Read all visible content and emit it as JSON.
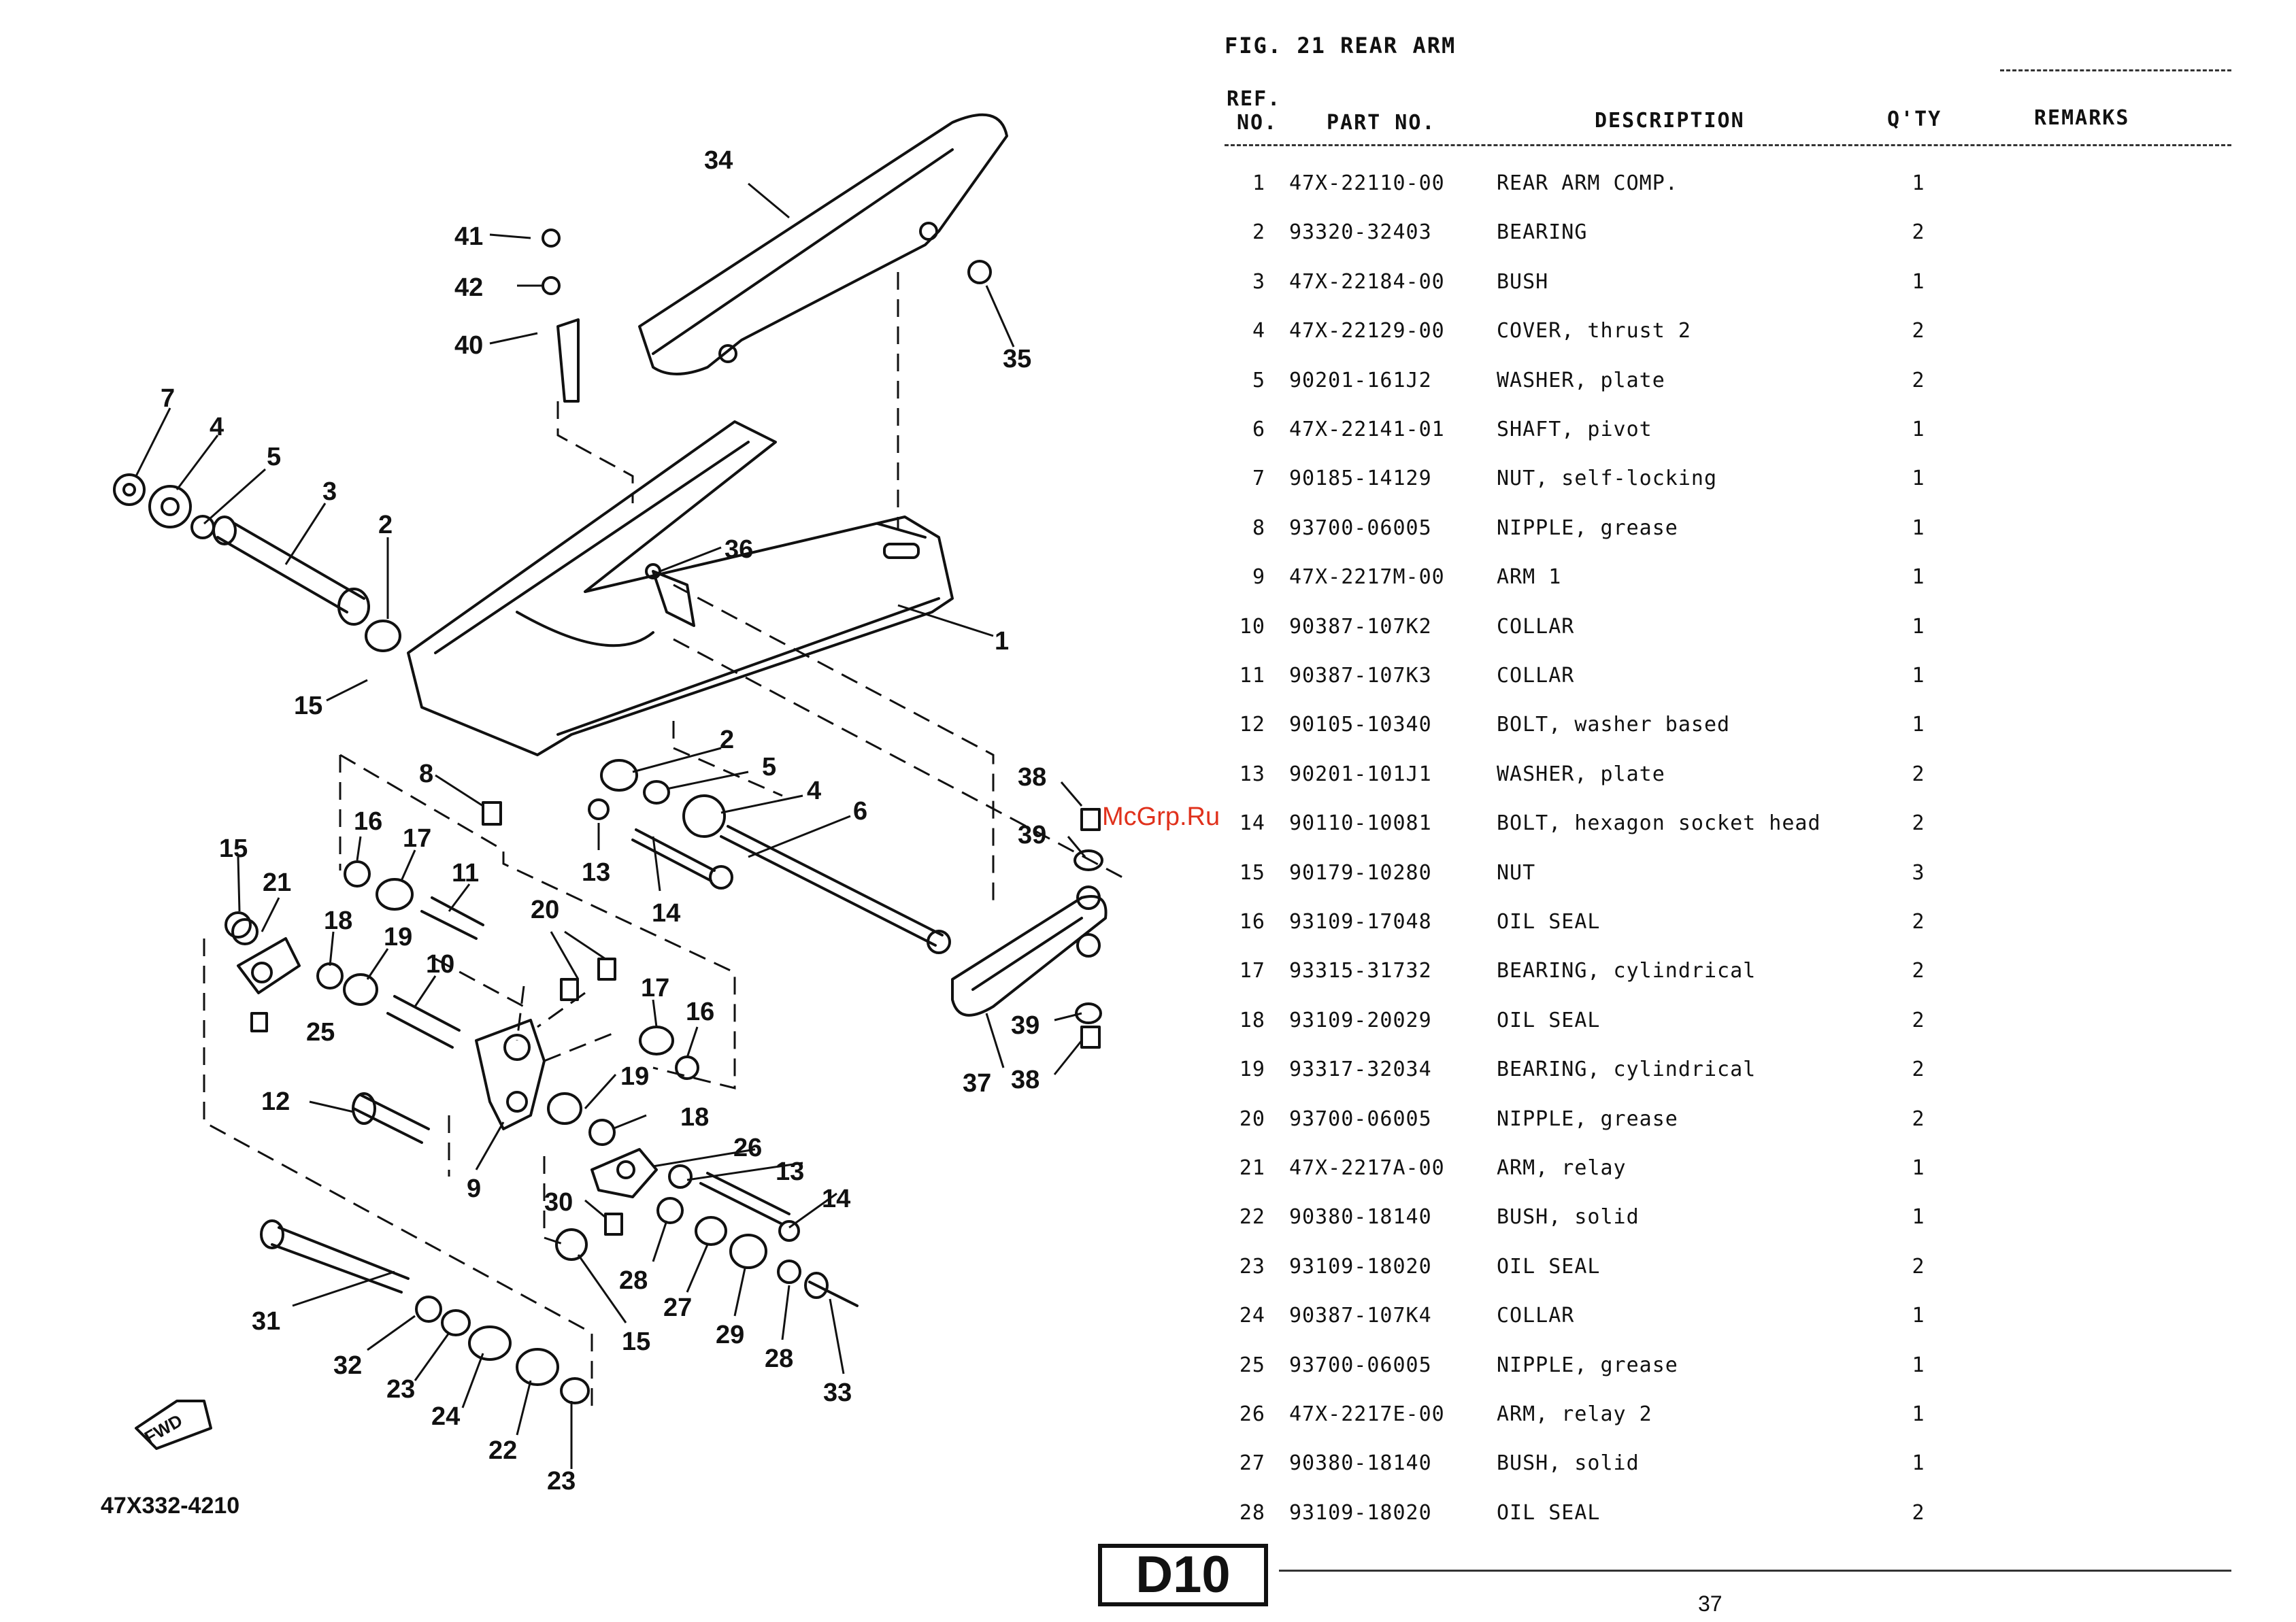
{
  "figure": {
    "title": "FIG. 21  REAR ARM",
    "diagram_code": "47X332-4210",
    "fwd_label": "FWD",
    "callouts": [
      "1",
      "2",
      "3",
      "4",
      "5",
      "6",
      "7",
      "8",
      "9",
      "10",
      "11",
      "12",
      "13",
      "14",
      "15",
      "16",
      "17",
      "18",
      "19",
      "20",
      "21",
      "22",
      "23",
      "24",
      "25",
      "26",
      "27",
      "28",
      "29",
      "30",
      "31",
      "32",
      "33",
      "34",
      "35",
      "36",
      "37",
      "38",
      "39",
      "40",
      "41",
      "42"
    ]
  },
  "table": {
    "headers": {
      "ref_line1": "REF.",
      "ref_line2": "NO.",
      "part_no": "PART NO.",
      "description": "DESCRIPTION",
      "qty": "Q'TY",
      "remarks": "REMARKS"
    },
    "rows": [
      {
        "ref": "1",
        "part": "47X-22110-00",
        "desc": "REAR ARM COMP.",
        "qty": "1"
      },
      {
        "ref": "2",
        "part": "93320-32403",
        "desc": "BEARING",
        "qty": "2"
      },
      {
        "ref": "3",
        "part": "47X-22184-00",
        "desc": "BUSH",
        "qty": "1"
      },
      {
        "ref": "4",
        "part": "47X-22129-00",
        "desc": "COVER, thrust 2",
        "qty": "2"
      },
      {
        "ref": "5",
        "part": "90201-161J2",
        "desc": "WASHER, plate",
        "qty": "2"
      },
      {
        "ref": "6",
        "part": "47X-22141-01",
        "desc": "SHAFT, pivot",
        "qty": "1"
      },
      {
        "ref": "7",
        "part": "90185-14129",
        "desc": "NUT, self-locking",
        "qty": "1"
      },
      {
        "ref": "8",
        "part": "93700-06005",
        "desc": "NIPPLE, grease",
        "qty": "1"
      },
      {
        "ref": "9",
        "part": "47X-2217M-00",
        "desc": "ARM 1",
        "qty": "1"
      },
      {
        "ref": "10",
        "part": "90387-107K2",
        "desc": "COLLAR",
        "qty": "1"
      },
      {
        "ref": "11",
        "part": "90387-107K3",
        "desc": "COLLAR",
        "qty": "1"
      },
      {
        "ref": "12",
        "part": "90105-10340",
        "desc": "BOLT, washer based",
        "qty": "1"
      },
      {
        "ref": "13",
        "part": "90201-101J1",
        "desc": "WASHER, plate",
        "qty": "2"
      },
      {
        "ref": "14",
        "part": "90110-10081",
        "desc": "BOLT, hexagon socket head",
        "qty": "2"
      },
      {
        "ref": "15",
        "part": "90179-10280",
        "desc": "NUT",
        "qty": "3"
      },
      {
        "ref": "16",
        "part": "93109-17048",
        "desc": "OIL SEAL",
        "qty": "2"
      },
      {
        "ref": "17",
        "part": "93315-31732",
        "desc": "BEARING, cylindrical",
        "qty": "2"
      },
      {
        "ref": "18",
        "part": "93109-20029",
        "desc": "OIL SEAL",
        "qty": "2"
      },
      {
        "ref": "19",
        "part": "93317-32034",
        "desc": "BEARING, cylindrical",
        "qty": "2"
      },
      {
        "ref": "20",
        "part": "93700-06005",
        "desc": "NIPPLE, grease",
        "qty": "2"
      },
      {
        "ref": "21",
        "part": "47X-2217A-00",
        "desc": "ARM, relay",
        "qty": "1"
      },
      {
        "ref": "22",
        "part": "90380-18140",
        "desc": "BUSH, solid",
        "qty": "1"
      },
      {
        "ref": "23",
        "part": "93109-18020",
        "desc": "OIL SEAL",
        "qty": "2"
      },
      {
        "ref": "24",
        "part": "90387-107K4",
        "desc": "COLLAR",
        "qty": "1"
      },
      {
        "ref": "25",
        "part": "93700-06005",
        "desc": "NIPPLE, grease",
        "qty": "1"
      },
      {
        "ref": "26",
        "part": "47X-2217E-00",
        "desc": "ARM, relay 2",
        "qty": "1"
      },
      {
        "ref": "27",
        "part": "90380-18140",
        "desc": "BUSH, solid",
        "qty": "1"
      },
      {
        "ref": "28",
        "part": "93109-18020",
        "desc": "OIL SEAL",
        "qty": "2"
      }
    ]
  },
  "watermark": "McGrp.Ru",
  "section_badge": "D10",
  "page_number": "37"
}
